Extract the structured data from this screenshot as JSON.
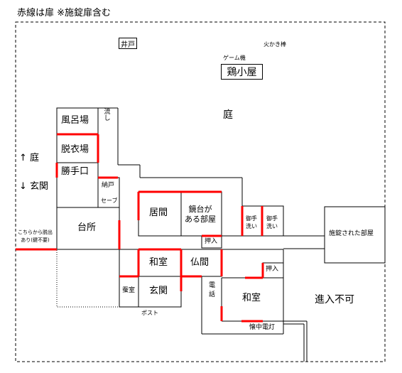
{
  "header": {
    "legend_text": "赤線は扉 ※施錠扉含む"
  },
  "colors": {
    "wall": "#000000",
    "door": "#ff0000",
    "background": "#ffffff",
    "boundary": "#000000"
  },
  "outside": {
    "well": "井戸",
    "fire_warning": "火かき棒",
    "game_console": "ゲーム機",
    "chicken_coop": "鶏小屋",
    "garden": "庭",
    "no_entry": "進入不可"
  },
  "rooms": {
    "bath": "風呂場",
    "sink": "流し",
    "changing_room": "脱衣場",
    "garden_arrow": "↑ 庭",
    "entrance_arrow": "↓ 玄関",
    "back_door": "勝手口",
    "storage": "納戸",
    "safe": "セーブ",
    "living": "居間",
    "mirror_room": "鏡台が\nある部屋",
    "toilet_left": "御手\n洗い",
    "toilet_right": "御手\n洗い",
    "locked_room": "施錠された部屋",
    "kitchen": "台所",
    "closet_upper": "押入",
    "tatami_upper": "和室",
    "buddha_room": "仏間",
    "closet_right": "押入",
    "phone_room": "蚕室",
    "entrance": "玄関",
    "phone": "電\n話",
    "tatami_lower": "和室",
    "mailbox": "ポスト",
    "flashlight": "懐中電灯",
    "route_note": "こちらから脱出\nあり(鍵不要)"
  }
}
